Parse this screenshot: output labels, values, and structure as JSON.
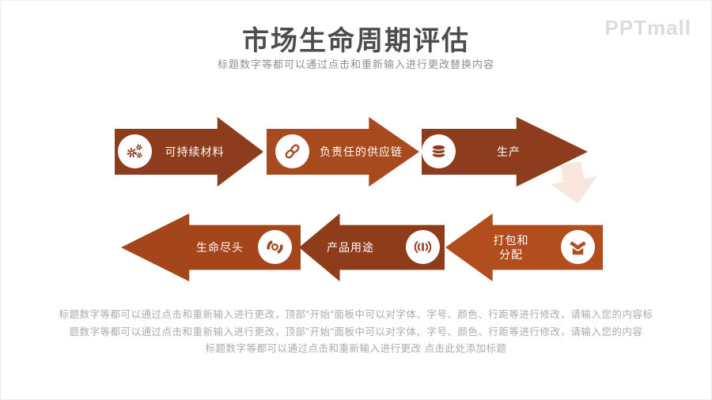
{
  "header": {
    "title": "市场生命周期评估",
    "subtitle": "标题数字等都可以通过点击和重新输入进行更改替换内容"
  },
  "logo": {
    "text": "PPTmall",
    "color": "#dcdcdc"
  },
  "steps_top": [
    {
      "label": "可持续材料",
      "icon": "gears-icon",
      "color": "#8d3d1d",
      "direction": "right"
    },
    {
      "label": "负责任的供应链",
      "icon": "chain-icon",
      "color": "#a84a1e",
      "direction": "right"
    },
    {
      "label": "生产",
      "icon": "database-icon",
      "color": "#8d3d1d",
      "direction": "right"
    }
  ],
  "steps_bottom": [
    {
      "label": "生命尽头",
      "icon": "recycle-icon",
      "color": "#a4451b",
      "direction": "left"
    },
    {
      "label": "产品用途",
      "icon": "broadcast-icon",
      "color": "#8e3c19",
      "direction": "left"
    },
    {
      "label": "打包和\n分配",
      "icon": "box-icon",
      "color": "#b24d1e",
      "direction": "left"
    }
  ],
  "connector": {
    "name": "down-arrow",
    "color": "#f8e6dd"
  },
  "footer": {
    "lines": [
      "标题数字等都可以通过点击和重新输入进行更改，顶部\"开始\"面板中可以对字体、字号、颜色、行距等进行修改，请输入您的内容标",
      "题数字等都可以通过点击和重新输入进行更改，顶部\"开始\"面板中可以对字体、字号、颜色、行距等进行修改，请输入您的内容",
      "标题数字等都可以通过点击和重新输入进行更改 点击此处添加标题"
    ]
  }
}
